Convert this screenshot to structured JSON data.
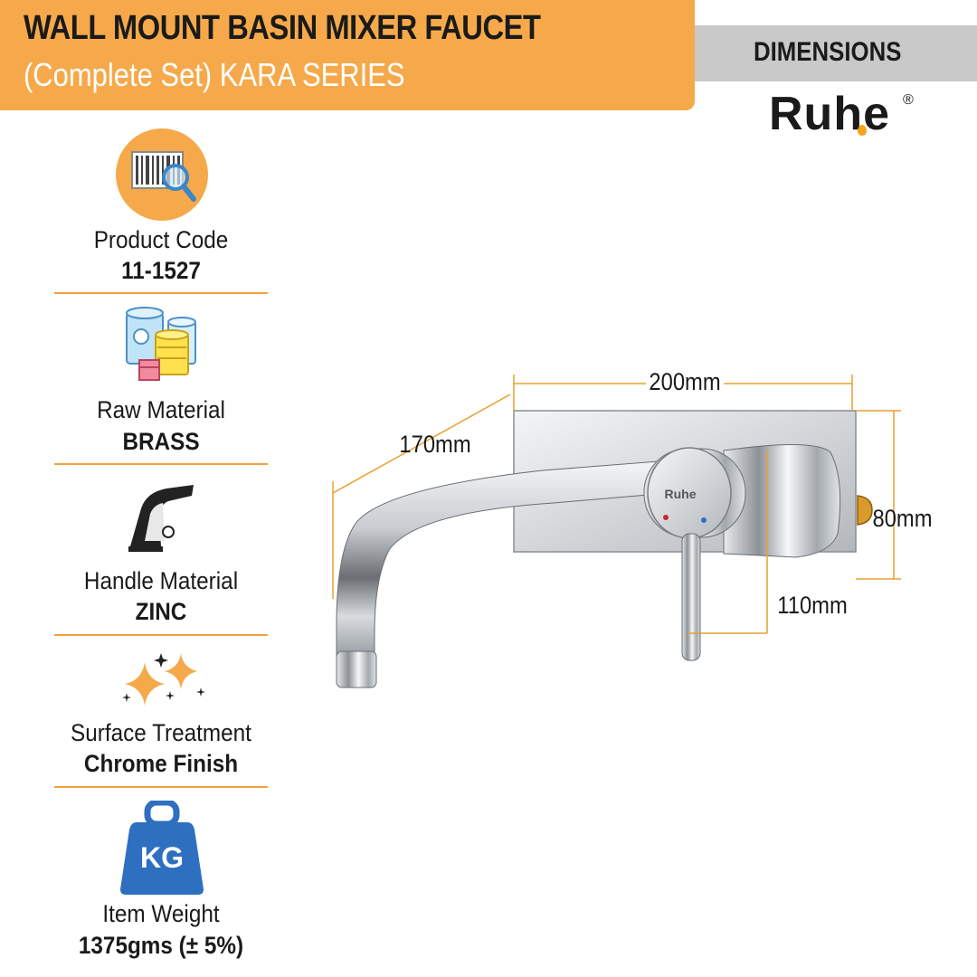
{
  "header": {
    "title": "WALL MOUNT BASIN MIXER FAUCET",
    "subtitle": "(Complete Set) KARA SERIES",
    "dimensions_tab": "DIMENSIONS",
    "brand": "Ruhe",
    "brand_mark": "®"
  },
  "specs": [
    {
      "label": "Product Code",
      "value": "11-1527",
      "icon": "barcode-search-icon"
    },
    {
      "label": "Raw Material",
      "value": "BRASS",
      "icon": "material-cylinders-icon"
    },
    {
      "label": "Handle Material",
      "value": "ZINC",
      "icon": "faucet-handle-icon"
    },
    {
      "label": "Surface Treatment",
      "value": "Chrome Finish",
      "icon": "sparkle-icon"
    },
    {
      "label": "Item Weight",
      "value": "1375gms (± 5%)",
      "icon": "kg-weight-icon"
    }
  ],
  "weight_icon_text": "KG",
  "product_brand_text": "Ruhe",
  "dimensions": {
    "width": "200mm",
    "spout_length": "170mm",
    "height": "80mm",
    "depth": "110mm"
  },
  "colors": {
    "accent_orange": "#f6a94a",
    "tab_grey": "#c9c9c9",
    "dimension_line": "#e8a030",
    "chrome": "#b8bcc2"
  }
}
